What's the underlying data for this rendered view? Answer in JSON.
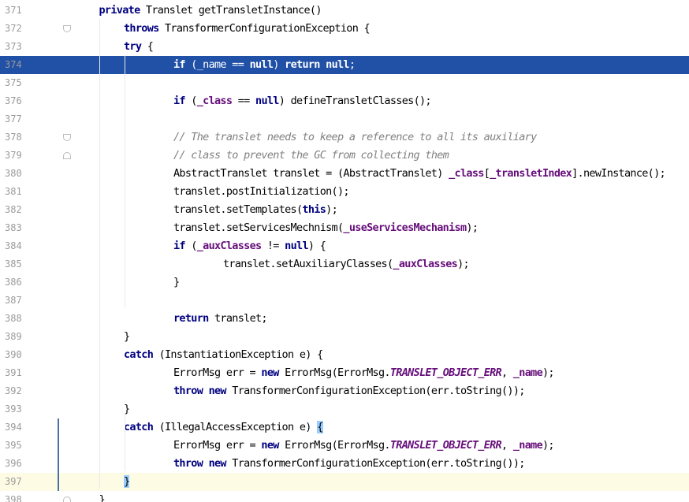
{
  "editor": {
    "lines": [
      {
        "n": "371",
        "indent": 5,
        "t": [
          {
            "k": "kw",
            "v": "private"
          },
          {
            "v": " Translet getTransletInstance()"
          }
        ]
      },
      {
        "n": "372",
        "indent": 6,
        "t": [
          {
            "k": "kw",
            "v": "throws"
          },
          {
            "v": " TransformerConfigurationException {"
          }
        ]
      },
      {
        "n": "373",
        "indent": 6,
        "t": [
          {
            "k": "kw",
            "v": "try"
          },
          {
            "v": " {"
          }
        ]
      },
      {
        "n": "374",
        "indent": 8,
        "selected": true,
        "t": [
          {
            "k": "kw",
            "v": "if"
          },
          {
            "v": " (_name == "
          },
          {
            "k": "kw",
            "v": "null"
          },
          {
            "v": ") "
          },
          {
            "k": "kw",
            "v": "return null"
          },
          {
            "v": ";"
          }
        ]
      },
      {
        "n": "375",
        "indent": 0,
        "t": []
      },
      {
        "n": "376",
        "indent": 8,
        "t": [
          {
            "k": "kw",
            "v": "if"
          },
          {
            "v": " ("
          },
          {
            "k": "fld",
            "v": "_class"
          },
          {
            "v": " == "
          },
          {
            "k": "kw",
            "v": "null"
          },
          {
            "v": ") defineTransletClasses();"
          }
        ]
      },
      {
        "n": "377",
        "indent": 0,
        "t": []
      },
      {
        "n": "378",
        "indent": 8,
        "t": [
          {
            "k": "cm",
            "v": "// The translet needs to keep a reference to all its auxiliary"
          }
        ]
      },
      {
        "n": "379",
        "indent": 8,
        "t": [
          {
            "k": "cm",
            "v": "// class to prevent the GC from collecting them"
          }
        ]
      },
      {
        "n": "380",
        "indent": 8,
        "t": [
          {
            "v": "AbstractTranslet translet = (AbstractTranslet) "
          },
          {
            "k": "fld",
            "v": "_class"
          },
          {
            "v": "["
          },
          {
            "k": "fld",
            "v": "_transletIndex"
          },
          {
            "v": "].newInstance();"
          }
        ]
      },
      {
        "n": "381",
        "indent": 8,
        "t": [
          {
            "v": "translet.postInitialization();"
          }
        ]
      },
      {
        "n": "382",
        "indent": 8,
        "t": [
          {
            "v": "translet.setTemplates("
          },
          {
            "k": "kw",
            "v": "this"
          },
          {
            "v": ");"
          }
        ]
      },
      {
        "n": "383",
        "indent": 8,
        "t": [
          {
            "v": "translet.setServicesMechnism("
          },
          {
            "k": "fld",
            "v": "_useServicesMechanism"
          },
          {
            "v": ");"
          }
        ]
      },
      {
        "n": "384",
        "indent": 8,
        "t": [
          {
            "k": "kw",
            "v": "if"
          },
          {
            "v": " ("
          },
          {
            "k": "fld",
            "v": "_auxClasses"
          },
          {
            "v": " != "
          },
          {
            "k": "kw",
            "v": "null"
          },
          {
            "v": ") {"
          }
        ]
      },
      {
        "n": "385",
        "indent": 10,
        "t": [
          {
            "v": "translet.setAuxiliaryClasses("
          },
          {
            "k": "fld",
            "v": "_auxClasses"
          },
          {
            "v": ");"
          }
        ]
      },
      {
        "n": "386",
        "indent": 8,
        "t": [
          {
            "v": "}"
          }
        ]
      },
      {
        "n": "387",
        "indent": 0,
        "t": []
      },
      {
        "n": "388",
        "indent": 8,
        "t": [
          {
            "k": "kw",
            "v": "return"
          },
          {
            "v": " translet;"
          }
        ]
      },
      {
        "n": "389",
        "indent": 6,
        "t": [
          {
            "v": "}"
          }
        ]
      },
      {
        "n": "390",
        "indent": 6,
        "t": [
          {
            "k": "kw",
            "v": "catch"
          },
          {
            "v": " (InstantiationException e) {"
          }
        ]
      },
      {
        "n": "391",
        "indent": 8,
        "t": [
          {
            "v": "ErrorMsg err = "
          },
          {
            "k": "kw",
            "v": "new"
          },
          {
            "v": " ErrorMsg(ErrorMsg."
          },
          {
            "k": "cst",
            "v": "TRANSLET_OBJECT_ERR"
          },
          {
            "v": ", "
          },
          {
            "k": "fld",
            "v": "_name"
          },
          {
            "v": ");"
          }
        ]
      },
      {
        "n": "392",
        "indent": 8,
        "t": [
          {
            "k": "kw",
            "v": "throw new"
          },
          {
            "v": " TransformerConfigurationException(err.toString());"
          }
        ]
      },
      {
        "n": "393",
        "indent": 6,
        "t": [
          {
            "v": "}"
          }
        ]
      },
      {
        "n": "394",
        "indent": 6,
        "t": [
          {
            "k": "kw",
            "v": "catch"
          },
          {
            "v": " (IllegalAccessException e) "
          },
          {
            "k": "brace",
            "v": "{"
          }
        ]
      },
      {
        "n": "395",
        "indent": 8,
        "t": [
          {
            "v": "ErrorMsg err = "
          },
          {
            "k": "kw",
            "v": "new"
          },
          {
            "v": " ErrorMsg(ErrorMsg."
          },
          {
            "k": "cst",
            "v": "TRANSLET_OBJECT_ERR"
          },
          {
            "v": ", "
          },
          {
            "k": "fld",
            "v": "_name"
          },
          {
            "v": ");"
          }
        ]
      },
      {
        "n": "396",
        "indent": 8,
        "t": [
          {
            "k": "kw",
            "v": "throw new"
          },
          {
            "v": " TransformerConfigurationException(err.toString());"
          }
        ]
      },
      {
        "n": "397",
        "indent": 6,
        "current": true,
        "t": [
          {
            "k": "brace",
            "v": "}"
          }
        ]
      },
      {
        "n": "398",
        "indent": 5,
        "t": [
          {
            "v": "}"
          }
        ]
      }
    ]
  },
  "colors": {
    "selection": "#2150a7",
    "current_line": "#fefbe4",
    "keyword": "#000080",
    "field": "#660e7a",
    "comment": "#808080",
    "line_number": "#9b9b9b",
    "brace_match": "#99ccff"
  }
}
